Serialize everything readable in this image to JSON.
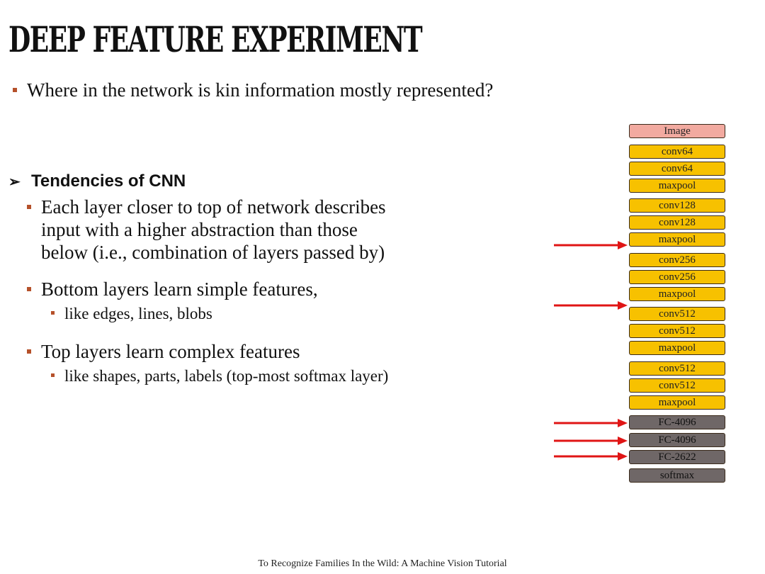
{
  "title": "DEEP FEATURE EXPERIMENT",
  "question": "Where in the network is kin information mostly represented?",
  "tendencies": {
    "heading": "Tendencies of CNN",
    "item1_lines": [
      "Each layer closer to top of network describes",
      "input with a higher abstraction than those",
      "below (i.e., combination of layers passed by)"
    ],
    "item2": "Bottom layers learn simple features,",
    "item2_sub": "like edges, lines, blobs",
    "item3": "Top layers learn complex features",
    "item3_sub": "like shapes, parts, labels (top-most softmax layer)"
  },
  "network": {
    "layers": [
      {
        "label": "Image",
        "kind": "image"
      },
      {
        "label": "conv64",
        "kind": "conv"
      },
      {
        "label": "conv64",
        "kind": "conv"
      },
      {
        "label": "maxpool",
        "kind": "conv"
      },
      {
        "label": "conv128",
        "kind": "conv"
      },
      {
        "label": "conv128",
        "kind": "conv"
      },
      {
        "label": "maxpool",
        "kind": "conv"
      },
      {
        "label": "conv256",
        "kind": "conv"
      },
      {
        "label": "conv256",
        "kind": "conv"
      },
      {
        "label": "maxpool",
        "kind": "conv"
      },
      {
        "label": "conv512",
        "kind": "conv"
      },
      {
        "label": "conv512",
        "kind": "conv"
      },
      {
        "label": "maxpool",
        "kind": "conv"
      },
      {
        "label": "conv512",
        "kind": "conv"
      },
      {
        "label": "conv512",
        "kind": "conv"
      },
      {
        "label": "maxpool",
        "kind": "conv"
      },
      {
        "label": "FC-4096",
        "kind": "fc"
      },
      {
        "label": "FC-4096",
        "kind": "fc"
      },
      {
        "label": "FC-2622",
        "kind": "fc"
      },
      {
        "label": "softmax",
        "kind": "fc"
      }
    ],
    "highlighted_layers": [
      "maxpool",
      "maxpool",
      "FC-4096",
      "FC-4096",
      "FC-2622"
    ],
    "arrow_color": "#e01515",
    "colors": {
      "image": "#f2aaa0",
      "conv": "#f7c100",
      "fc": "#6f6767"
    }
  },
  "footer": "To Recognize Families In the Wild: A Machine Vision Tutorial"
}
